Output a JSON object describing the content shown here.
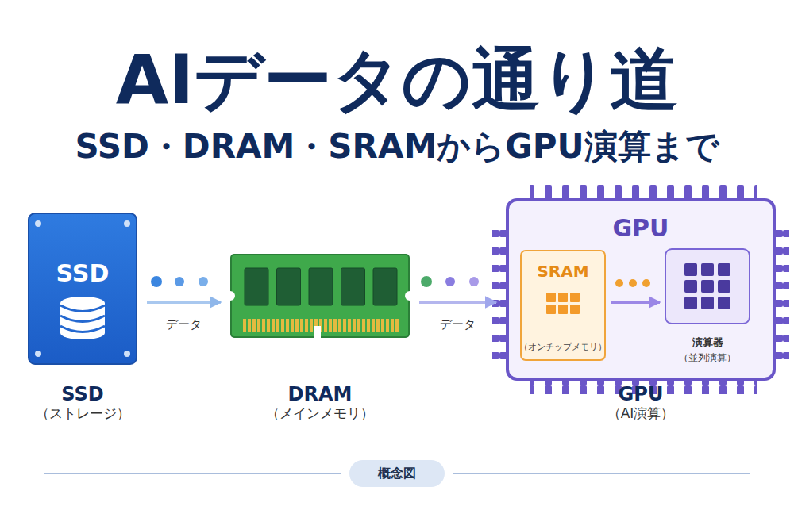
{
  "diagram": {
    "title": "AIデータの通り道",
    "caption": "概念図",
    "nodes": [
      {
        "text": [
          "SSD",
          "SSD",
          "（ストレージ）"
        ]
      },
      {
        "text": [
          "DRAM",
          "（メインメモリ）"
        ]
      },
      {
        "text": [
          "GPU",
          "GPU",
          "（AI演算）"
        ]
      },
      {
        "text": [
          "SRAM",
          "（オンチップメモリ）"
        ],
        "in": 2
      },
      {
        "text": [
          "演算器",
          "（並列演算）"
        ],
        "in": 2
      }
    ],
    "edges": [
      {
        "from": 0,
        "to": 1,
        "arrow": "to",
        "label": "データ"
      },
      {
        "from": 1,
        "to": 2,
        "arrow": "to",
        "label": "データ"
      },
      {
        "from": 3,
        "to": 4,
        "arrow": "to"
      }
    ],
    "labels": [
      "SSD・DRAM・SRAMからGPU演算まで"
    ]
  }
}
